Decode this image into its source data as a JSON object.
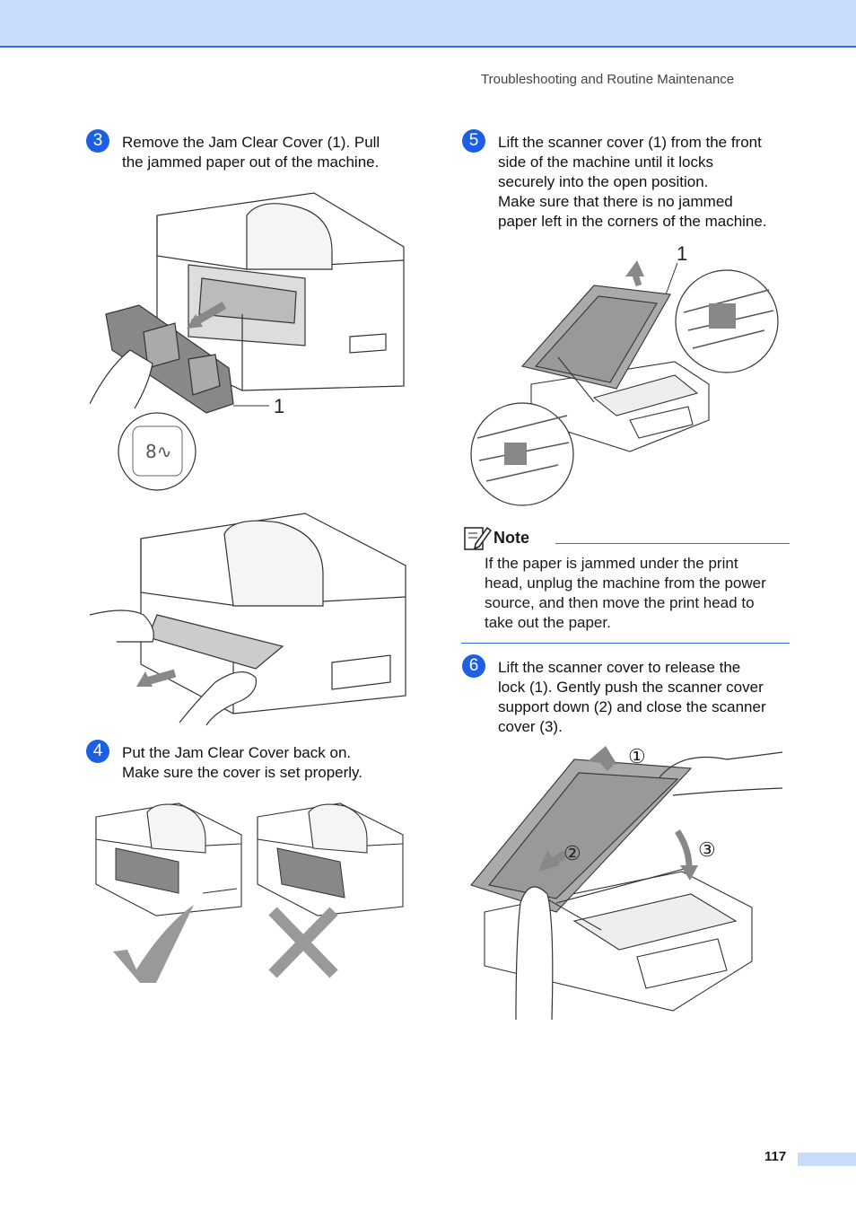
{
  "header": {
    "title": "Troubleshooting and Routine Maintenance"
  },
  "steps": [
    {
      "number": "3",
      "lines": [
        "Remove the Jam Clear Cover (1). Pull",
        "the jammed paper out of the machine."
      ]
    },
    {
      "number": "4",
      "lines": [
        "Put the Jam Clear Cover back on.",
        "Make sure the cover is set properly."
      ]
    },
    {
      "number": "5",
      "lines": [
        "Lift the scanner cover (1) from the front",
        "side of the machine until it locks",
        "securely into the open position.",
        "Make sure that there is no jammed",
        "paper left in the corners of the machine."
      ]
    },
    {
      "number": "6",
      "lines": [
        "Lift the scanner cover to release the",
        "lock (1). Gently push the scanner cover",
        "support down (2) and close the scanner",
        "cover (3)."
      ]
    }
  ],
  "note": {
    "title": "Note",
    "lines": [
      "If the paper is jammed under the print",
      "head, unplug the machine from the power",
      "source, and then move the print head to",
      "take out the paper."
    ]
  },
  "callouts": {
    "jam_cover": "1",
    "scanner_cover": "1",
    "lift": "①",
    "push": "②",
    "close": "③"
  },
  "icons": [
    "note-pencil-icon",
    "check-mark-icon",
    "cross-mark-icon",
    "lock-symbol-icon"
  ],
  "colors": {
    "accent": "#1d5fe3",
    "bar": "#c9dbfb",
    "rule": "#2f6fe0",
    "mark": "#999999"
  },
  "page_number": "117"
}
